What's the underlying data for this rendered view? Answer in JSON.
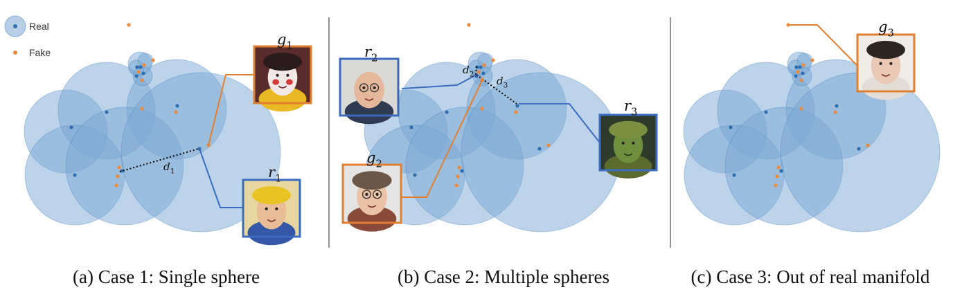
{
  "legend": {
    "real_label": "Real",
    "fake_label": "Fake"
  },
  "colors": {
    "sphere_fill": "#7aa7d4",
    "sphere_stroke": "#3f7fbf",
    "real_point": "#2f6fb0",
    "fake_point": "#e98a3d",
    "real_frame": "#3b6cc0",
    "fake_frame": "#e07f30",
    "dotted_line": "#111111"
  },
  "panels": [
    {
      "caption": "(a) Case 1: Single sphere",
      "labels": [
        {
          "id": "g1",
          "base": "g",
          "sub": "1"
        },
        {
          "id": "r1",
          "base": "r",
          "sub": "1"
        },
        {
          "id": "d1",
          "base": "d",
          "sub": "1"
        }
      ],
      "images": [
        {
          "id": "g1",
          "kind": "fake",
          "icon": "painted-face-photo"
        },
        {
          "id": "r1",
          "kind": "real",
          "icon": "jester-hat-woman-photo"
        }
      ]
    },
    {
      "caption": "(b) Case 2: Multiple spheres",
      "labels": [
        {
          "id": "r2",
          "base": "r",
          "sub": "2"
        },
        {
          "id": "g2",
          "base": "g",
          "sub": "2"
        },
        {
          "id": "r3",
          "base": "r",
          "sub": "3"
        },
        {
          "id": "d2",
          "base": "d",
          "sub": "2"
        },
        {
          "id": "d3",
          "base": "d",
          "sub": "3"
        }
      ],
      "images": [
        {
          "id": "r2",
          "kind": "real",
          "icon": "man-glasses-photo"
        },
        {
          "id": "g2",
          "kind": "fake",
          "icon": "woman-glasses-photo"
        },
        {
          "id": "r3",
          "kind": "real",
          "icon": "green-face-photo"
        }
      ]
    },
    {
      "caption": "(c) Case 3: Out of real manifold",
      "labels": [
        {
          "id": "g3",
          "base": "g",
          "sub": "3"
        }
      ],
      "images": [
        {
          "id": "g3",
          "kind": "fake",
          "icon": "distorted-face-photo"
        }
      ]
    }
  ]
}
